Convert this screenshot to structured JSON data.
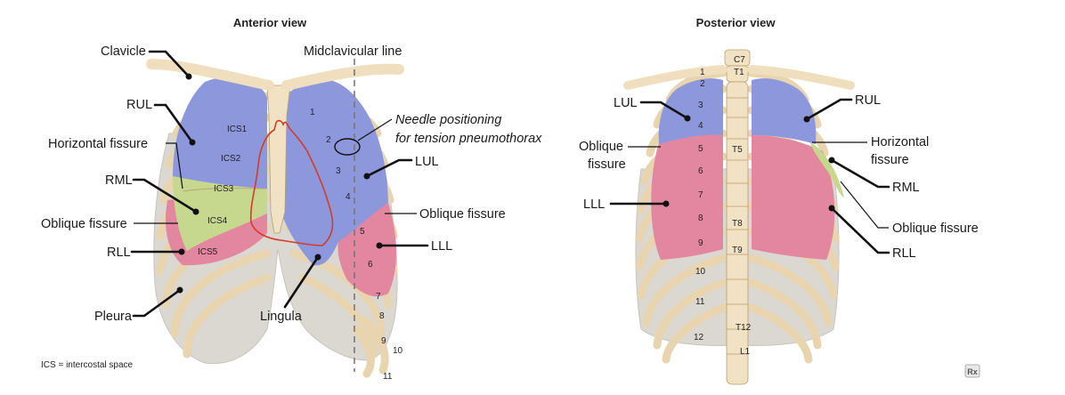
{
  "anterior": {
    "title": "Anterior view",
    "labels": {
      "clavicle": "Clavicle",
      "midclavicular": "Midclavicular line",
      "rul": "RUL",
      "horizontal_fissure": "Horizontal fissure",
      "rml": "RML",
      "oblique_fissure_left": "Oblique fissure",
      "rll": "RLL",
      "pleura": "Pleura",
      "lingula": "Lingula",
      "needle_line1": "Needle positioning",
      "needle_line2": "for tension pneumothorax",
      "lul": "LUL",
      "oblique_fissure_right": "Oblique fissure",
      "lll": "LLL"
    },
    "ics": [
      "ICS1",
      "ICS2",
      "ICS3",
      "ICS4",
      "ICS5"
    ],
    "rib_numbers": [
      "1",
      "2",
      "3",
      "4",
      "5",
      "6",
      "7",
      "8",
      "9",
      "10",
      "11"
    ],
    "footnote": "ICS = intercostal space"
  },
  "posterior": {
    "title": "Posterior view",
    "labels": {
      "lul": "LUL",
      "oblique_line1": "Oblique",
      "oblique_line2": "fissure",
      "lll": "LLL",
      "rul": "RUL",
      "horizontal_line1": "Horizontal",
      "horizontal_line2": "fissure",
      "rml": "RML",
      "oblique_fissure": "Oblique fissure",
      "rll": "RLL"
    },
    "vertebrae": [
      "C7",
      "T1",
      "T5",
      "T8",
      "T9",
      "T12",
      "L1"
    ],
    "rib_numbers": [
      "1",
      "2",
      "3",
      "4",
      "5",
      "6",
      "7",
      "8",
      "9",
      "10",
      "11",
      "12"
    ]
  },
  "logo": "Rx",
  "colors": {
    "upper_lobe": "#8d98dc",
    "middle_lobe": "#c6d88e",
    "lower_lobe": "#e3869f",
    "pleura": "#d9d5cf",
    "bone": "#efdfbf",
    "heart": "#d23c2a"
  }
}
